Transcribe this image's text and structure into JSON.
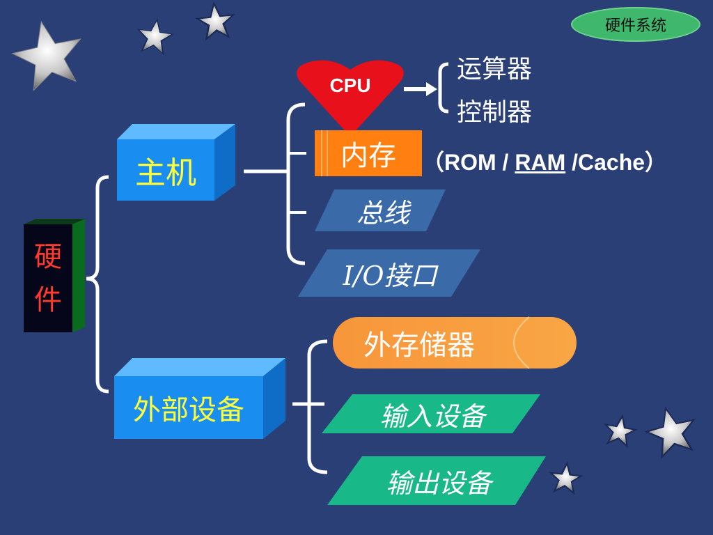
{
  "corner_tag": "硬件系统",
  "hardware": {
    "char1": "硬",
    "char2": "件"
  },
  "host": {
    "label": "主机"
  },
  "external": {
    "label": "外部设备"
  },
  "cpu": {
    "label": "CPU",
    "parts": [
      "运算器",
      "控制器"
    ]
  },
  "memory": {
    "label": "内存",
    "note_open": "（ROM / ",
    "note_ram": "RAM",
    "note_close": " /Cache）"
  },
  "bus": {
    "label": "总线"
  },
  "io": {
    "label": "I/O接口"
  },
  "storage": {
    "label": "外存储器"
  },
  "input": {
    "label": "输入设备"
  },
  "output": {
    "label": "输出设备"
  },
  "colors": {
    "background": "#2b3f77",
    "box_blue": "#1a8ef0",
    "label_yellow": "#ffff3a",
    "cpu_red": "#e8101a",
    "memory_orange": "#ff7f10",
    "storage_orange": "#f79a3a",
    "device_green": "#18b888",
    "slant_blue": "#3a6aa8",
    "tag_green": "#3fb86d"
  }
}
